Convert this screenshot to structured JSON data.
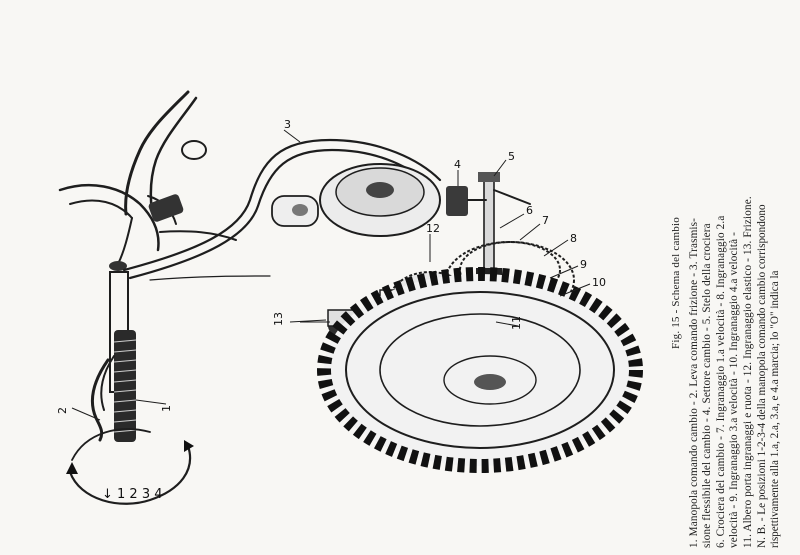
{
  "figure": {
    "title": "Fig. 15 - Schema del cambio",
    "part_labels": [
      "1",
      "2",
      "3",
      "4",
      "5",
      "6",
      "7",
      "8",
      "9",
      "10",
      "11",
      "12",
      "13"
    ],
    "dial_marks": "↓ 1 2 3 4"
  },
  "caption": {
    "lines": [
      "1. Manopola comando cambio - 2. Leva comando frizione - 3. Trasmis-",
      "sione flessibile del cambio - 4. Settore cambio - 5. Stelo della crociera",
      "6. Crociera del cambio - 7. Ingranaggio 1.a velocità - 8. Ingranaggio 2.a",
      "velocità - 9. Ingranaggio 3.a velocità - 10. Ingranaggio 4.a velocità -",
      "11. Albero porta ingranaggi e ruota - 12. Ingranaggio elastico - 13. Frizione."
    ],
    "nb_lines": [
      "N. B. - Le posizioni 1-2-3-4 della manopola comando cambio corrispondono",
      "rispettivamente alla 1.a, 2.a, 3.a, e 4.a marcia; lo \"O\" indica la"
    ]
  }
}
